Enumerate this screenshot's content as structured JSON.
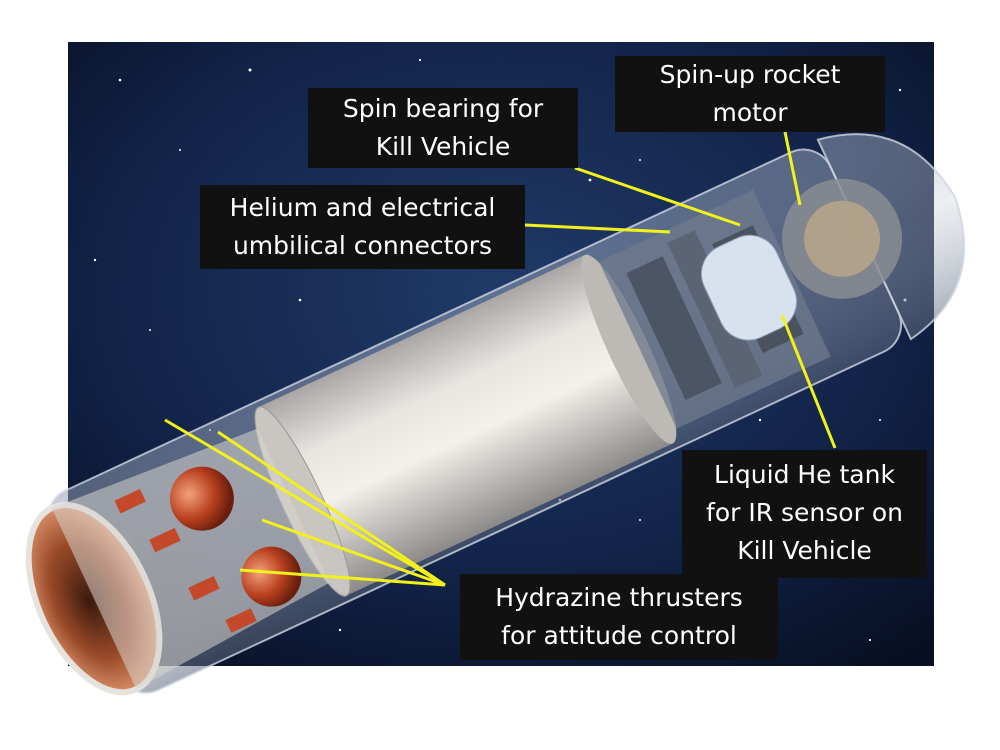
{
  "figure": {
    "palette": {
      "space_background": "#0c1630",
      "canister": "#d9d6d2",
      "nozzle_interior": "#b8623c",
      "thruster": "#c4482a",
      "leader_line": "#f2f21a",
      "label_box": "#111111",
      "label_text": "#ffffff"
    }
  },
  "labels": {
    "spinup": [
      "Spin-up rocket",
      "motor"
    ],
    "bearing": [
      "Spin bearing for",
      "Kill Vehicle"
    ],
    "helium": [
      "Helium and electrical",
      "umbilical connectors"
    ],
    "liquid_he": [
      "Liquid He tank",
      "for IR sensor on",
      "Kill Vehicle"
    ],
    "hydrazine": [
      "Hydrazine thrusters",
      "for attitude control"
    ]
  }
}
